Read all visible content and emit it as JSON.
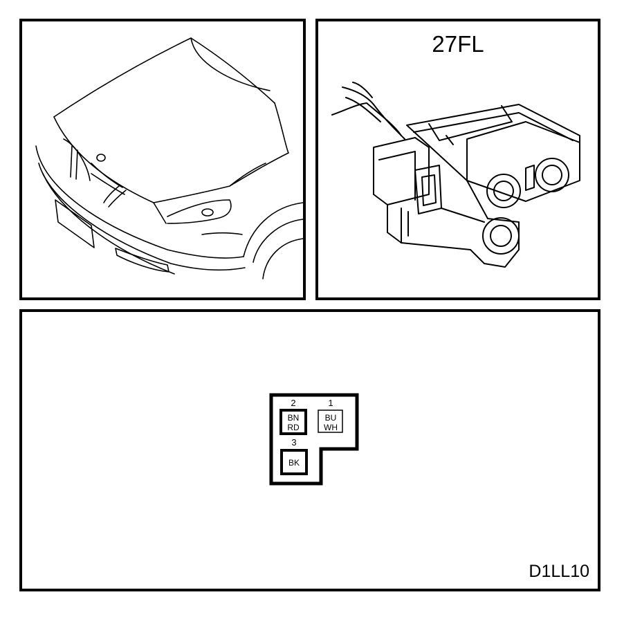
{
  "connector": {
    "label": "27FL"
  },
  "diagram_code": "D1LL10",
  "pins": [
    {
      "number": "2",
      "wire_lines": [
        "BN",
        "RD"
      ]
    },
    {
      "number": "1",
      "wire_lines": [
        "BU",
        "WH"
      ]
    },
    {
      "number": "3",
      "wire_lines": [
        "BK"
      ]
    }
  ],
  "colors": {
    "line": "#000000",
    "background": "#ffffff"
  }
}
